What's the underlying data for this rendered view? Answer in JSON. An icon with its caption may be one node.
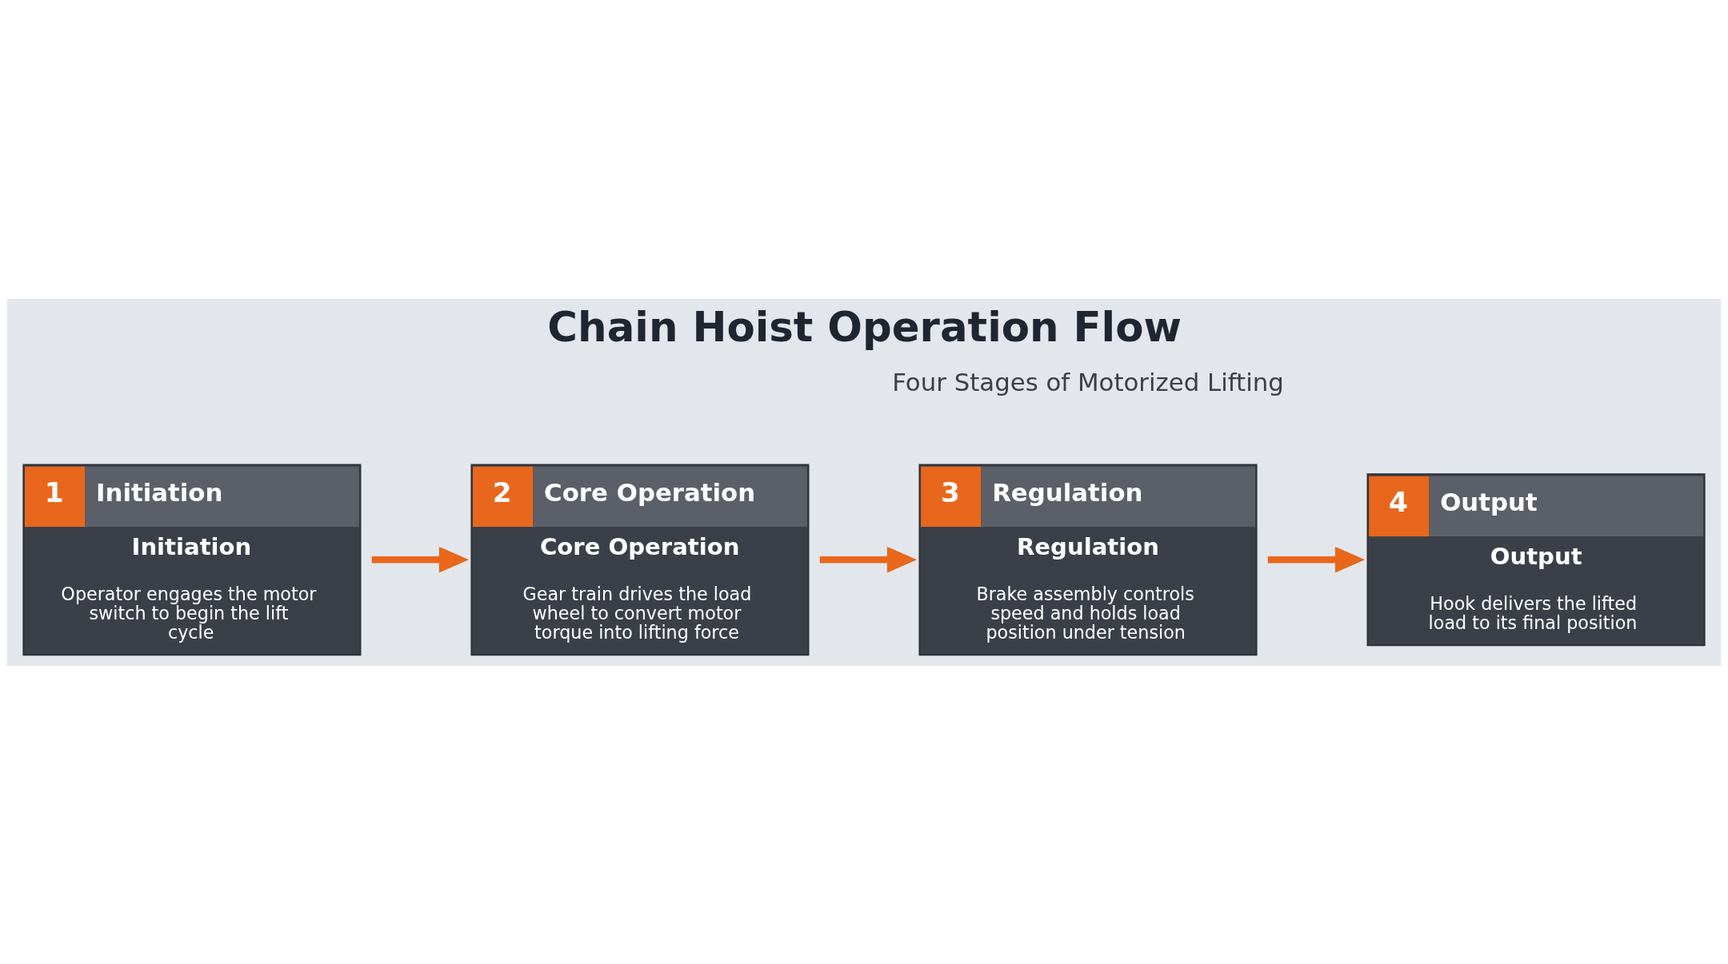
{
  "diagram": {
    "title": "Chain Hoist Operation Flow",
    "nodes": [
      {
        "text": [
          "1",
          "Initiation",
          "Initiation",
          "Operator engages the motor switch to begin the lift cycle"
        ]
      },
      {
        "text": [
          "2",
          "Core Operation",
          "Core Operation",
          "Gear train drives the load wheel to convert motor torque into lifting force"
        ]
      },
      {
        "text": [
          "3",
          "Regulation",
          "Regulation",
          "Brake assembly controls speed and holds load position under tension"
        ]
      },
      {
        "text": [
          "4",
          "Output",
          "Output",
          "Hook delivers the lifted load to its final position"
        ]
      }
    ],
    "edges": [
      {
        "from": 0,
        "to": 1,
        "arrow": "to"
      },
      {
        "from": 1,
        "to": 2,
        "arrow": "to"
      },
      {
        "from": 2,
        "to": 3,
        "arrow": "to"
      }
    ],
    "labels": [
      "Four Stages of Motorized Lifting"
    ]
  }
}
